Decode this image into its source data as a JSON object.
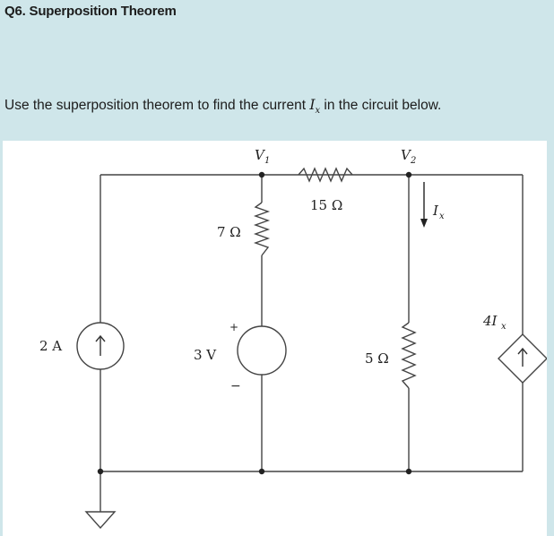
{
  "question": {
    "title": "Q6. Superposition Theorem",
    "text_before": "Use the superposition theorem to find the current ",
    "var_main": "I",
    "var_sub": "x",
    "text_after": " in the circuit below."
  },
  "circuit": {
    "node_v1": "V",
    "node_v1_sub": "1",
    "node_v2": "V",
    "node_v2_sub": "2",
    "r_top": "15 Ω",
    "r_left": "7 Ω",
    "r_bottom": "5 Ω",
    "current_source": "2 A",
    "voltage_source": "3 V",
    "plus_sign": "+",
    "minus_sign": "−",
    "current_label": "I",
    "current_label_sub": "x",
    "dependent_source": "4I",
    "dependent_source_sub": "x"
  }
}
